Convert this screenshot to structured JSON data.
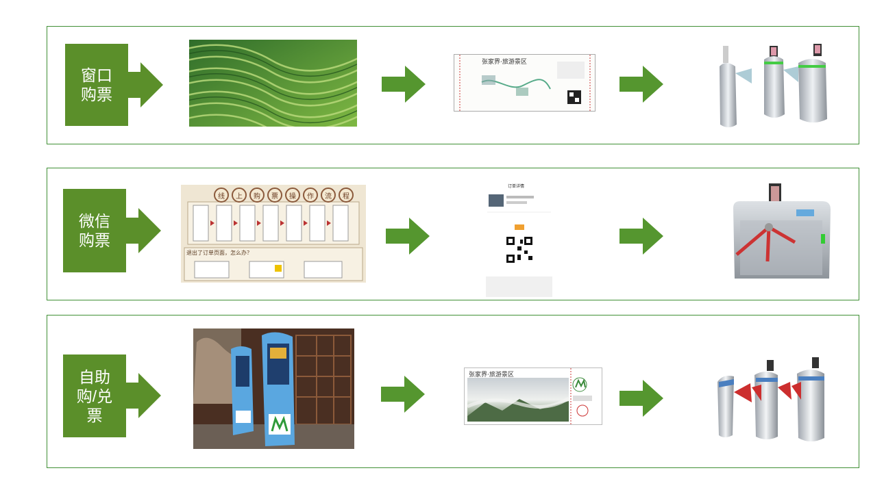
{
  "colors": {
    "frame": "#3f8f34",
    "callout": "#5b8f2a",
    "arrow": "#55962f"
  },
  "rows": [
    {
      "label": "窗口\n购票",
      "images": [
        {
          "name": "rice-terrace-photo"
        },
        {
          "name": "paper-ticket-map",
          "ticket_title": "张家界·旅游景区"
        },
        {
          "name": "flap-barrier-gates"
        }
      ]
    },
    {
      "label": "微信\n购票",
      "images": [
        {
          "name": "online-ticket-process-board",
          "board_chars": [
            "线",
            "上",
            "购",
            "票",
            "操",
            "作",
            "流",
            "程"
          ],
          "question": "退出了订单页面，怎么办？"
        },
        {
          "name": "wechat-order-screen",
          "screen_title": "订单详情"
        },
        {
          "name": "tripod-turnstile-gate"
        }
      ]
    },
    {
      "label": "自助\n购/兑\n票",
      "images": [
        {
          "name": "self-service-kiosks-photo"
        },
        {
          "name": "printed-ticket-landscape",
          "ticket_title": "张家界·旅游景区"
        },
        {
          "name": "red-wing-barrier-gates"
        }
      ]
    }
  ]
}
